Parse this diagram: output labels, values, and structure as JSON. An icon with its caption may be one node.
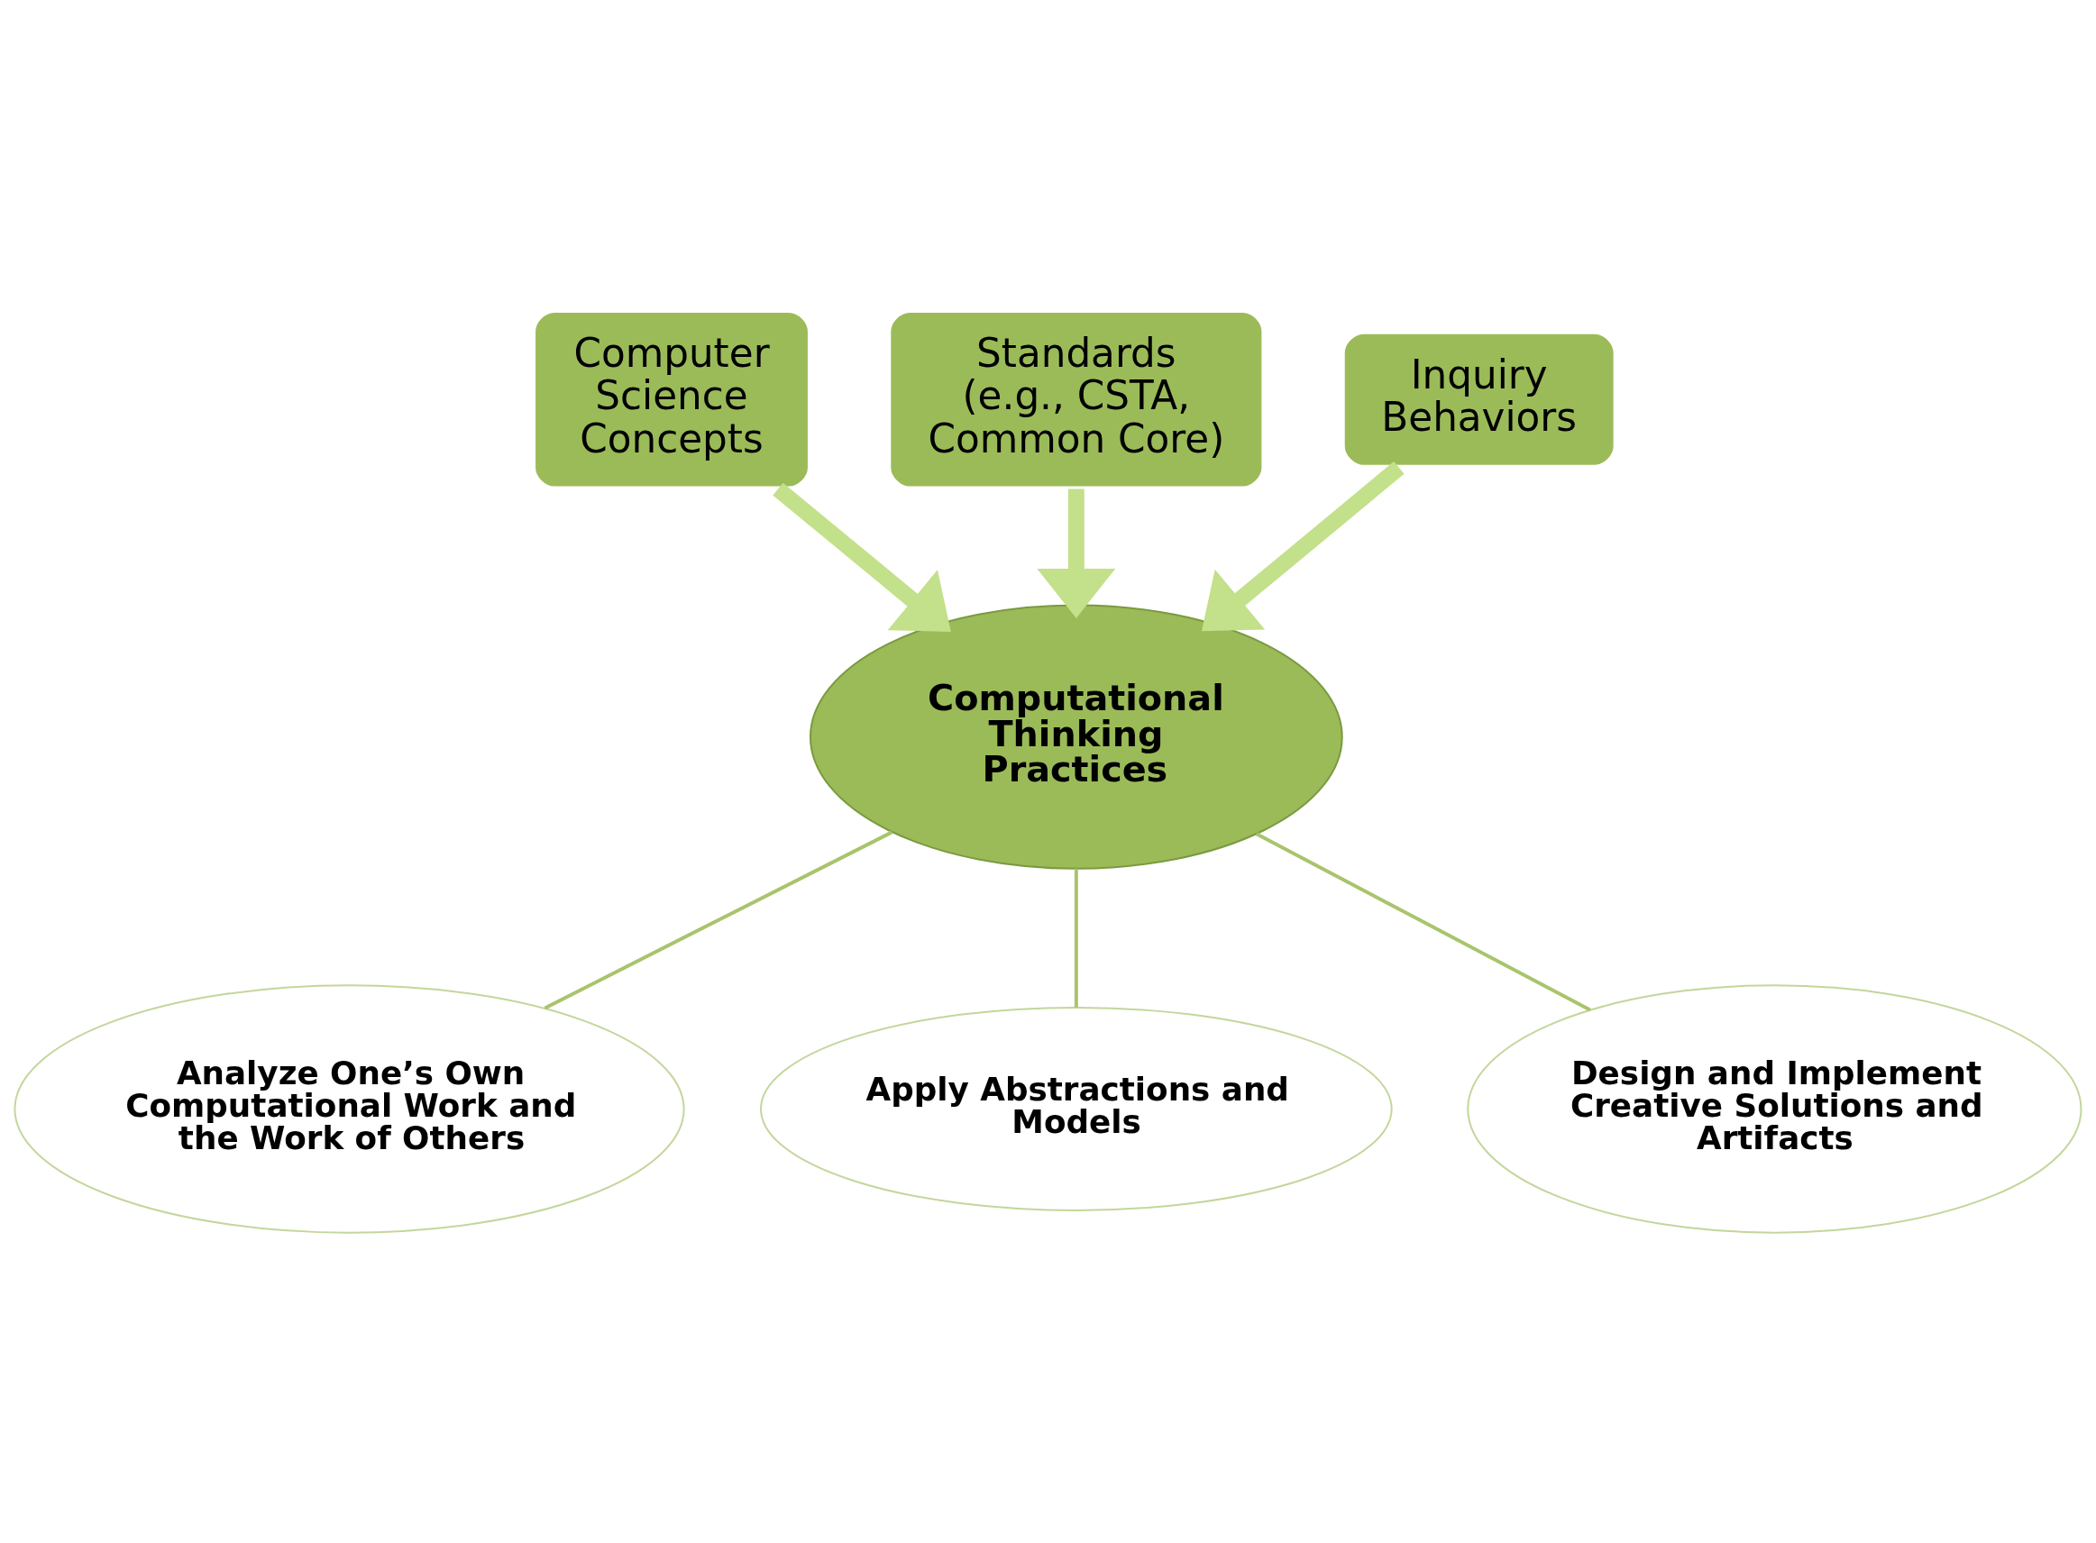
{
  "diagram": {
    "nodes": [
      {
        "text": [
          "Standards (e.g., CSTA, Common Core)"
        ]
      },
      {
        "text": [
          "Computer Science Concepts"
        ]
      },
      {
        "text": [
          "Inquiry Behaviors"
        ]
      },
      {
        "text": [
          "Computational Thinking Practices"
        ]
      },
      {
        "text": [
          "Analyze One’s Own Computational Work and the Work of Others"
        ]
      },
      {
        "text": [
          "Apply Abstractions and Models"
        ]
      },
      {
        "text": [
          "Design and Implement Creative Solutions and Artifacts"
        ]
      }
    ],
    "edges": [
      {
        "from": 1,
        "to": 3,
        "arrow": "to",
        "style": "thick"
      },
      {
        "from": 0,
        "to": 3,
        "arrow": "to",
        "style": "thick"
      },
      {
        "from": 2,
        "to": 3,
        "arrow": "to",
        "style": "thick"
      },
      {
        "from": 3,
        "to": 4,
        "arrow": "none"
      },
      {
        "from": 3,
        "to": 5,
        "arrow": "none"
      },
      {
        "from": 3,
        "to": 6,
        "arrow": "none"
      }
    ]
  }
}
